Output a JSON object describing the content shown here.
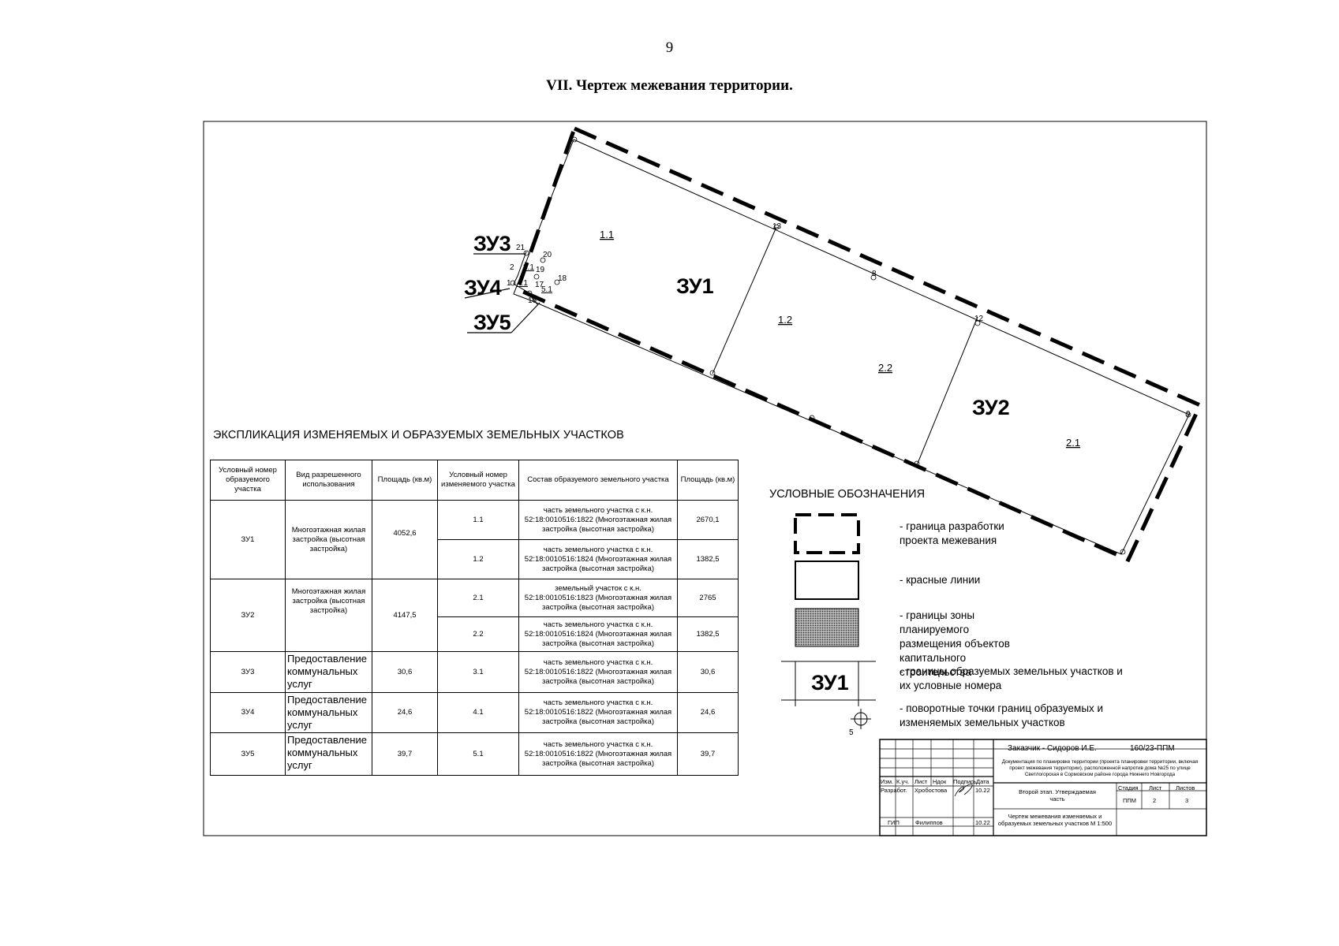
{
  "page_number": "9",
  "heading": "VII.   Чертеж межевания территории.",
  "plan": {
    "zone_labels": [
      "ЗУ1",
      "ЗУ2",
      "ЗУ3",
      "ЗУ4",
      "ЗУ5"
    ],
    "part_labels": [
      "1.1",
      "1.2",
      "2.2",
      "2.1",
      "3.1",
      "4.1",
      "5.1"
    ],
    "point_labels": [
      "13",
      "8",
      "12",
      "9",
      "21",
      "20",
      "19",
      "2",
      "18",
      "17",
      "16",
      "1"
    ]
  },
  "explication": {
    "title": "ЭКСПЛИКАЦИЯ ИЗМЕНЯЕМЫХ И ОБРАЗУЕМЫХ ЗЕМЕЛЬНЫХ УЧАСТКОВ",
    "headers": [
      "Условный номер образуемого участка",
      "Вид разрешенного использования",
      "Площадь (кв.м)",
      "Условный номер изменяемого участка",
      "Состав образуемого земельного участка",
      "Площадь (кв.м)"
    ],
    "rows": [
      {
        "zone": "ЗУ1",
        "use": "Многоэтажная жилая застройка (высотная застройка)",
        "area": "4052,6",
        "parts": [
          {
            "num": "1.1",
            "comp": "часть земельного участка с к.н. 52:18:0010516:1822 (Многоэтажная жилая застройка (высотная застройка)",
            "area": "2670,1"
          },
          {
            "num": "1.2",
            "comp": "часть земельного участка с к.н. 52:18:0010516:1824 (Многоэтажная жилая застройка (высотная застройка)",
            "area": "1382,5"
          }
        ]
      },
      {
        "zone": "ЗУ2",
        "use": "Многоэтажная жилая застройка (высотная застройка)",
        "area": "4147,5",
        "parts": [
          {
            "num": "2.1",
            "comp": "земельный участок с к.н. 52:18:0010516:1823 (Многоэтажная жилая застройка (высотная застройка)",
            "area": "2765"
          },
          {
            "num": "2.2",
            "comp": "часть земельного участка с к.н. 52:18:0010516:1824 (Многоэтажная жилая застройка (высотная застройка)",
            "area": "1382,5"
          }
        ]
      },
      {
        "zone": "ЗУ3",
        "use": "Предоставление коммунальных услуг",
        "area": "30,6",
        "parts": [
          {
            "num": "3.1",
            "comp": "часть земельного участка с к.н. 52:18:0010516:1822 (Многоэтажная жилая застройка (высотная застройка)",
            "area": "30,6"
          }
        ]
      },
      {
        "zone": "ЗУ4",
        "use": "Предоставление коммунальных услуг",
        "area": "24,6",
        "parts": [
          {
            "num": "4.1",
            "comp": "часть земельного участка с к.н. 52:18:0010516:1822 (Многоэтажная жилая застройка (высотная застройка)",
            "area": "24,6"
          }
        ]
      },
      {
        "zone": "ЗУ5",
        "use": "Предоставление коммунальных услуг",
        "area": "39,7",
        "parts": [
          {
            "num": "5.1",
            "comp": "часть земельного участка с к.н. 52:18:0010516:1822 (Многоэтажная жилая застройка (высотная застройка)",
            "area": "39,7"
          }
        ]
      }
    ]
  },
  "legend": {
    "title": "УСЛОВНЫЕ ОБОЗНАЧЕНИЯ",
    "items": [
      "- граница разработки проекта межевания",
      "- красные линии",
      "- границы зоны планируемого размещения объектов капитального строительства",
      "- границы образуемых земельных участков и их условные номера",
      "- поворотные точки границ образуемых и изменяемых земельных участков"
    ],
    "sample_zone": "ЗУ1",
    "sample_point": "5"
  },
  "title_block": {
    "customer": "Заказчик - Сидоров И.Е.",
    "code": "160/23-ППМ",
    "description": "Документация по планировке территории (проекта планировки территории, включая проект межевания территории), расположенной напротив дома №25 по улице Светлогорская в Сормовском районе города Нижнего Новгорода",
    "col_heads": [
      "Изм.",
      "К.уч.",
      "Лист",
      "Ндок",
      "Подпись",
      "Дата"
    ],
    "developer_role": "Разработ.",
    "developer": "Хробостова",
    "date1": "10.22",
    "stage_text": "Второй этап. Утверждаемая часть",
    "stage_heads": [
      "Стадия",
      "Лист",
      "Листов"
    ],
    "stage_vals": [
      "ППМ",
      "2",
      "3"
    ],
    "gip_role": "ГИП",
    "gip": "Филиппов",
    "date2": "10.22",
    "drawing_name": "Чертеж межевания изменяемых и образуемых земельных участков М 1:500"
  }
}
